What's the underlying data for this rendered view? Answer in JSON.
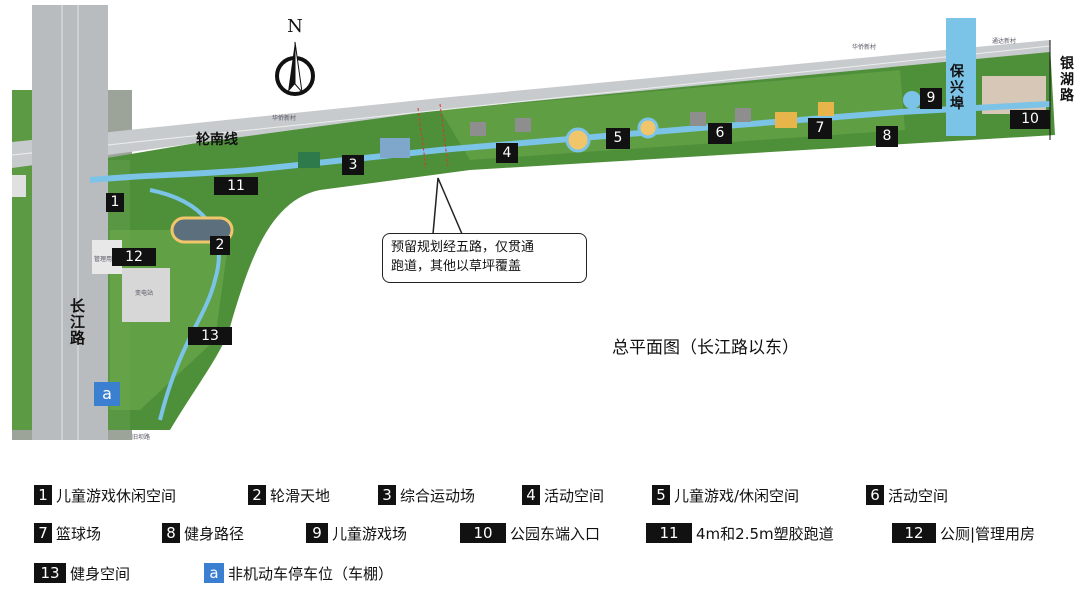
{
  "compass": {
    "letter": "N"
  },
  "map": {
    "roads": {
      "road_east": "轮南线",
      "road_west": "长江路",
      "road_north_east": "银湖路",
      "polder": "保兴埠"
    },
    "small_labels": {
      "s1": "华侨新村",
      "s2": "通达新村",
      "s3": "华侨新村",
      "s4": "管理用房",
      "s5": "变电站",
      "s6": "旧坝路"
    },
    "markers": [
      "1",
      "2",
      "3",
      "4",
      "5",
      "6",
      "7",
      "8",
      "9",
      "10",
      "11",
      "12",
      "13",
      "a"
    ],
    "callout": [
      "预留规划经五路，仅贯通",
      "跑道，其他以草坪覆盖"
    ],
    "title": "总平面图（长江路以东）"
  },
  "legend": [
    {
      "num": "1",
      "text": "儿童游戏休闲空间"
    },
    {
      "num": "2",
      "text": "轮滑天地"
    },
    {
      "num": "3",
      "text": "综合运动场"
    },
    {
      "num": "4",
      "text": "活动空间"
    },
    {
      "num": "5",
      "text": "儿童游戏/休闲空间"
    },
    {
      "num": "6",
      "text": "活动空间"
    },
    {
      "num": "7",
      "text": "篮球场"
    },
    {
      "num": "8",
      "text": "健身路径"
    },
    {
      "num": "9",
      "text": "儿童游戏场"
    },
    {
      "num": "10",
      "text": "公园东端入口"
    },
    {
      "num": "11",
      "text": "4m和2.5m塑胶跑道"
    },
    {
      "num": "12",
      "text": "公厕|管理用房"
    },
    {
      "num": "13",
      "text": "健身空间"
    },
    {
      "num": "a",
      "text": "非机动车停车位（车棚）"
    }
  ],
  "colors": {
    "park_green": "#4e8f3a",
    "path_blue": "#7cc3e8",
    "road_grey": "#b9bcbf",
    "marker_black": "#111111",
    "marker_blue": "#3b7fd1"
  }
}
